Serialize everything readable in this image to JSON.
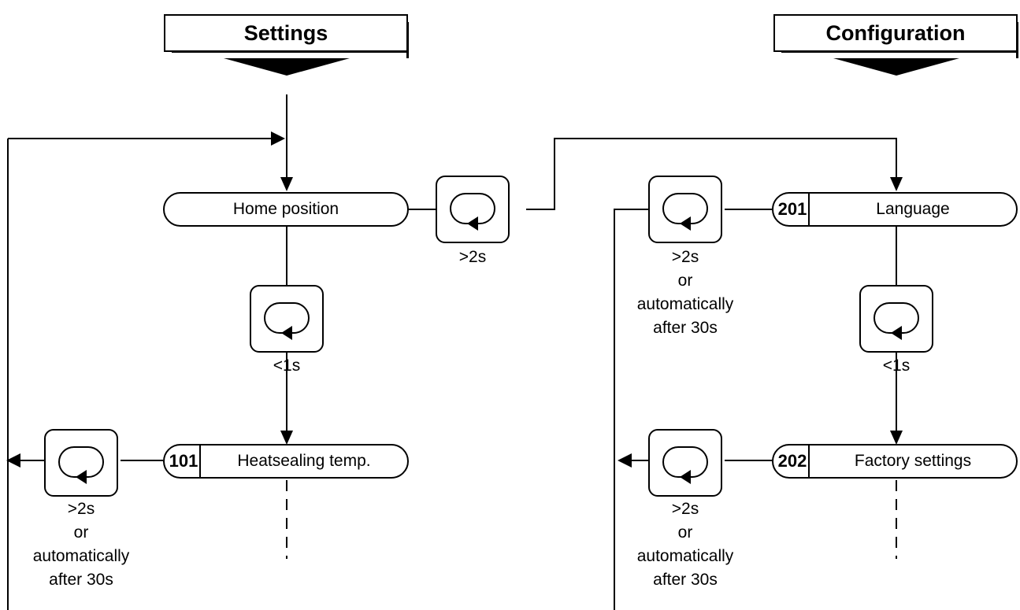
{
  "headers": {
    "settings": "Settings",
    "configuration": "Configuration"
  },
  "nodes": {
    "home": {
      "label": "Home position"
    },
    "heatsealing": {
      "number": "101",
      "label": "Heatsealing temp."
    },
    "language": {
      "number": "201",
      "label": "Language"
    },
    "factory": {
      "number": "202",
      "label": "Factory settings"
    }
  },
  "key_icon": "loop-arrow-icon",
  "conditions": {
    "home_to_config": ">2s",
    "home_to_heatsealing": "<1s",
    "heatsealing_exit": [
      ">2s",
      "or",
      "automatically",
      "after 30s"
    ],
    "language_exit": [
      ">2s",
      "or",
      "automatically",
      "after 30s"
    ],
    "language_to_factory": "<1s",
    "factory_exit": [
      ">2s",
      "or",
      "automatically",
      "after 30s"
    ]
  }
}
